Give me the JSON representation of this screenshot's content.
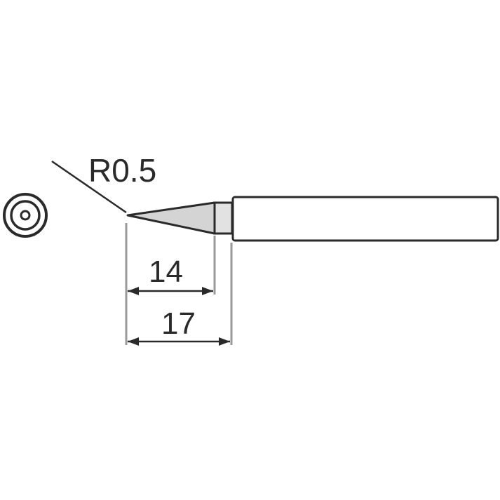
{
  "diagram": {
    "type": "technical-drawing",
    "subject": "soldering-tip-conical",
    "annotations": {
      "radius": "R0.5",
      "dim_tip_length": "14",
      "dim_total_length": "17"
    },
    "colors": {
      "line": "#2a2a2a",
      "tip_fill": "#d4d4d4",
      "background": "#ffffff"
    }
  }
}
